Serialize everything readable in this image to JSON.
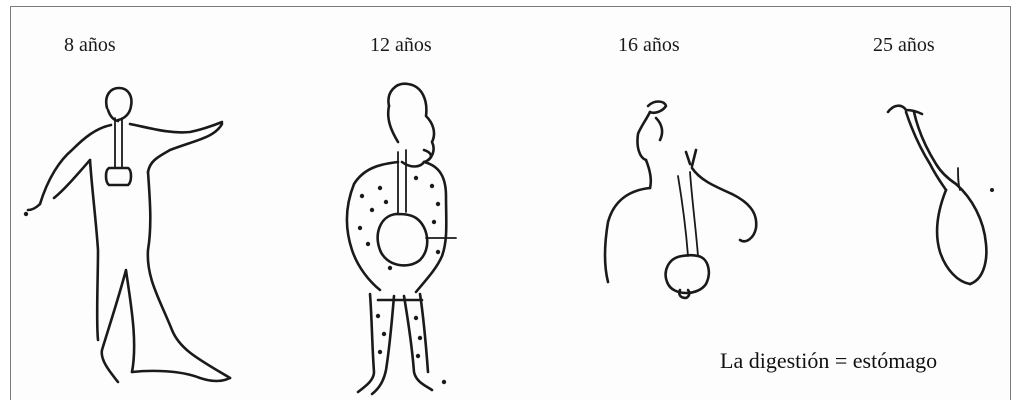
{
  "labels": {
    "age_1": "8 años",
    "age_2": "12 años",
    "age_3": "16 años",
    "age_4": "25 años"
  },
  "caption": "La digestión = estómago",
  "drawings": [
    {
      "age": "8 años",
      "subject": "child-figure-icon"
    },
    {
      "age": "12 años",
      "subject": "dotted-figure-icon"
    },
    {
      "age": "16 años",
      "subject": "torso-figure-icon"
    },
    {
      "age": "25 años",
      "subject": "stomach-only-icon"
    }
  ]
}
